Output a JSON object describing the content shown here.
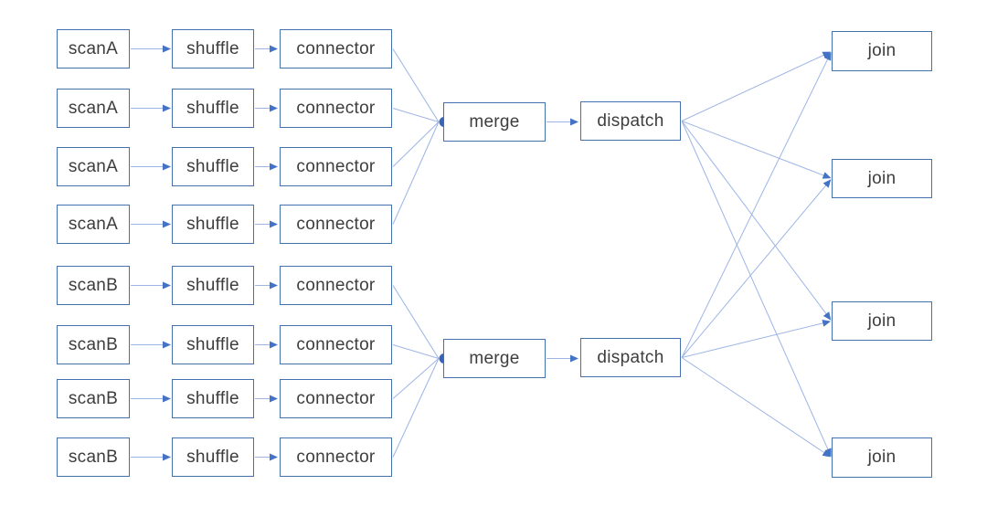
{
  "colors": {
    "background": "#ffffff",
    "box_border": "#4470ad",
    "edge_line": "#9db5e5",
    "arrowhead": "#4472c4",
    "junction_dot": "#3a65b5",
    "text": "#3d3d3d"
  },
  "nodes": [
    {
      "id": "scanA-1",
      "label": "scanA"
    },
    {
      "id": "scanA-2",
      "label": "scanA"
    },
    {
      "id": "scanA-3",
      "label": "scanA"
    },
    {
      "id": "scanA-4",
      "label": "scanA"
    },
    {
      "id": "scanB-1",
      "label": "scanB"
    },
    {
      "id": "scanB-2",
      "label": "scanB"
    },
    {
      "id": "scanB-3",
      "label": "scanB"
    },
    {
      "id": "scanB-4",
      "label": "scanB"
    },
    {
      "id": "shuffle-1",
      "label": "shuffle"
    },
    {
      "id": "shuffle-2",
      "label": "shuffle"
    },
    {
      "id": "shuffle-3",
      "label": "shuffle"
    },
    {
      "id": "shuffle-4",
      "label": "shuffle"
    },
    {
      "id": "shuffle-5",
      "label": "shuffle"
    },
    {
      "id": "shuffle-6",
      "label": "shuffle"
    },
    {
      "id": "shuffle-7",
      "label": "shuffle"
    },
    {
      "id": "shuffle-8",
      "label": "shuffle"
    },
    {
      "id": "connector-1",
      "label": "connector"
    },
    {
      "id": "connector-2",
      "label": "connector"
    },
    {
      "id": "connector-3",
      "label": "connector"
    },
    {
      "id": "connector-4",
      "label": "connector"
    },
    {
      "id": "connector-5",
      "label": "connector"
    },
    {
      "id": "connector-6",
      "label": "connector"
    },
    {
      "id": "connector-7",
      "label": "connector"
    },
    {
      "id": "connector-8",
      "label": "connector"
    },
    {
      "id": "merge-1",
      "label": "merge"
    },
    {
      "id": "merge-2",
      "label": "merge"
    },
    {
      "id": "dispatch-1",
      "label": "dispatch"
    },
    {
      "id": "dispatch-2",
      "label": "dispatch"
    },
    {
      "id": "join-1",
      "label": "join"
    },
    {
      "id": "join-2",
      "label": "join"
    },
    {
      "id": "join-3",
      "label": "join"
    },
    {
      "id": "join-4",
      "label": "join"
    }
  ],
  "edges": [
    {
      "from": "scanA-1",
      "to": "shuffle-1"
    },
    {
      "from": "scanA-2",
      "to": "shuffle-2"
    },
    {
      "from": "scanA-3",
      "to": "shuffle-3"
    },
    {
      "from": "scanA-4",
      "to": "shuffle-4"
    },
    {
      "from": "scanB-1",
      "to": "shuffle-5"
    },
    {
      "from": "scanB-2",
      "to": "shuffle-6"
    },
    {
      "from": "scanB-3",
      "to": "shuffle-7"
    },
    {
      "from": "scanB-4",
      "to": "shuffle-8"
    },
    {
      "from": "shuffle-1",
      "to": "connector-1"
    },
    {
      "from": "shuffle-2",
      "to": "connector-2"
    },
    {
      "from": "shuffle-3",
      "to": "connector-3"
    },
    {
      "from": "shuffle-4",
      "to": "connector-4"
    },
    {
      "from": "shuffle-5",
      "to": "connector-5"
    },
    {
      "from": "shuffle-6",
      "to": "connector-6"
    },
    {
      "from": "shuffle-7",
      "to": "connector-7"
    },
    {
      "from": "shuffle-8",
      "to": "connector-8"
    },
    {
      "from": "connector-1",
      "to": "merge-1"
    },
    {
      "from": "connector-2",
      "to": "merge-1"
    },
    {
      "from": "connector-3",
      "to": "merge-1"
    },
    {
      "from": "connector-4",
      "to": "merge-1"
    },
    {
      "from": "connector-5",
      "to": "merge-2"
    },
    {
      "from": "connector-6",
      "to": "merge-2"
    },
    {
      "from": "connector-7",
      "to": "merge-2"
    },
    {
      "from": "connector-8",
      "to": "merge-2"
    },
    {
      "from": "merge-1",
      "to": "dispatch-1"
    },
    {
      "from": "merge-2",
      "to": "dispatch-2"
    },
    {
      "from": "dispatch-1",
      "to": "join-1"
    },
    {
      "from": "dispatch-1",
      "to": "join-2"
    },
    {
      "from": "dispatch-1",
      "to": "join-3"
    },
    {
      "from": "dispatch-1",
      "to": "join-4"
    },
    {
      "from": "dispatch-2",
      "to": "join-1"
    },
    {
      "from": "dispatch-2",
      "to": "join-2"
    },
    {
      "from": "dispatch-2",
      "to": "join-3"
    },
    {
      "from": "dispatch-2",
      "to": "join-4"
    }
  ]
}
